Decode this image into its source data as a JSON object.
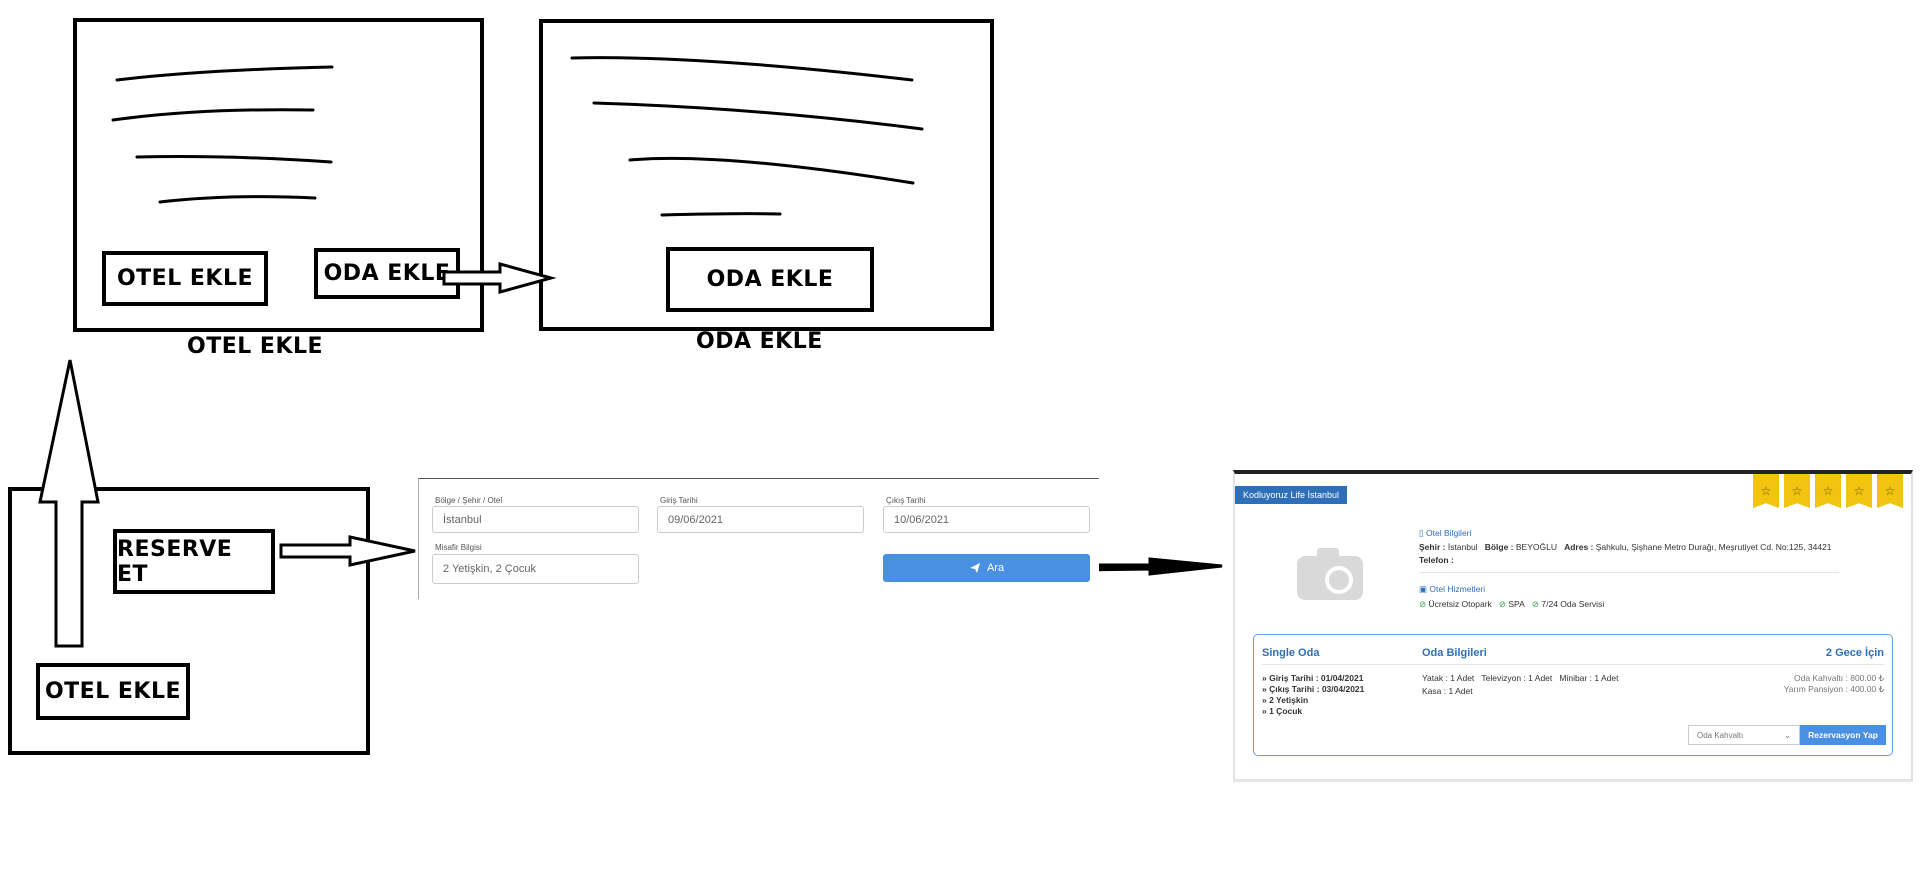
{
  "sketch": {
    "frame1_caption": "OTEL EKLE",
    "frame1_btn_otel": "OTEL EKLE",
    "frame1_btn_oda": "ODA EKLE",
    "frame2_caption": "ODA EKLE",
    "frame2_btn_oda": "ODA EKLE",
    "frame3_btn_reserve": "RESERVE ET",
    "frame3_btn_otel": "OTEL EKLE"
  },
  "search_form": {
    "region_label": "Bölge / Şehir / Otel",
    "region_value": "İstanbul",
    "checkin_label": "Giriş Tarihi",
    "checkin_value": "09/06/2021",
    "checkout_label": "Çıkış Tarihi",
    "checkout_value": "10/06/2021",
    "guest_label": "Misafir Bilgisi",
    "guest_value": "2 Yetişkin, 2 Çocuk",
    "search_button": "Ara",
    "search_icon": "send-icon"
  },
  "hotel_card": {
    "hotel_name": "Kodluyoruz Life İstanbul",
    "star_count": 5,
    "info_title": "Otel Bilgileri",
    "city_key": "Şehir :",
    "city_value": "İstanbul",
    "region_key": "Bölge :",
    "region_value": "BEYOĞLU",
    "address_key": "Adres :",
    "address_value": "Şahkulu, Şişhane Metro Durağı, Meşrutiyet Cd. No:125, 34421",
    "phone_key": "Telefon :",
    "services_title": "Otel Hizmetleri",
    "services": [
      "Ücretsiz Otopark",
      "SPA",
      "7/24 Oda Servisi"
    ],
    "room": {
      "room_name": "Single Oda",
      "checkin": "» Giriş Tarihi : 01/04/2021",
      "checkout": "» Çıkış Tarihi : 03/04/2021",
      "adults": "» 2 Yetişkin",
      "children": "» 1 Çocuk",
      "info_title": "Oda Bilgileri",
      "bed": "Yatak : 1 Adet",
      "tv": "Televizyon : 1 Adet",
      "minibar": "Minibar : 1 Adet",
      "safe": "Kasa : 1 Adet",
      "nights": "2 Gece İçin",
      "breakfast_price": "Oda Kahvaltı : 800.00 ₺",
      "halfboard_price": "Yarım Pansiyon : 400.00 ₺",
      "board_select": "Oda Kahvaltı",
      "reserve_button": "Rezervasyon Yap"
    }
  },
  "colors": {
    "accent": "#4a90e2",
    "tag": "#2d6fb8",
    "star": "#f1c40f",
    "service_check": "#2e9e4f"
  }
}
